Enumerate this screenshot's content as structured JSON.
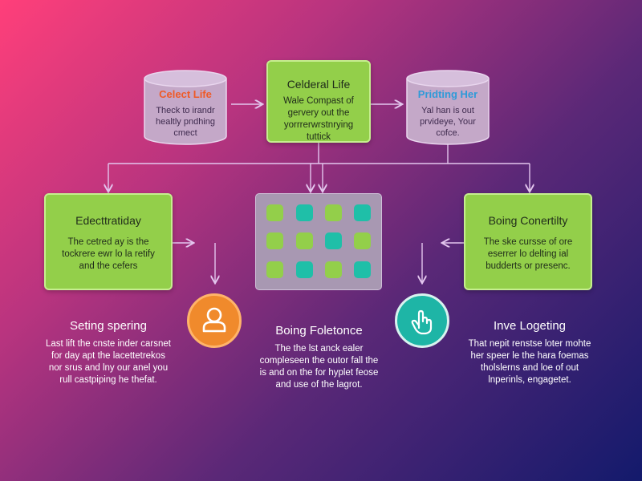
{
  "top_nodes": [
    {
      "title": "Celect Life",
      "body": "Theck to irandr healtly pndhing cmect",
      "title_color": "#ef5a27"
    },
    {
      "title": "Celderal Life",
      "body": "Wale Compast of gervery out the yorrrerwrstnrying tuttick"
    },
    {
      "title": "Pridting Her",
      "body": "Yal han is out prvideye, Your cofce.",
      "title_color": "#2f9ad8"
    }
  ],
  "mid_nodes": [
    {
      "title": "Edecttratiday",
      "body": "The cetred ay is the tockrere ewr lo la retify and the cefers"
    },
    {
      "title": "Boing Conertilty",
      "body": "The ske cursse of ore eserrer lo delting ial budderts or presenc."
    }
  ],
  "dot_grid": {
    "rows": [
      [
        "green",
        "teal",
        "green",
        "teal"
      ],
      [
        "green",
        "green",
        "teal",
        "green"
      ],
      [
        "green",
        "teal",
        "green",
        "teal"
      ]
    ]
  },
  "icons": [
    {
      "name": "person-icon",
      "color": "#f08a2c"
    },
    {
      "name": "hand-icon",
      "color": "#1eb5a6"
    }
  ],
  "bottom": [
    {
      "title": "Seting spering",
      "body": "Last lift the cnste inder carsnet for day apt the lacettetrekos nor srus and lny our anel you rull castpiping he thefat."
    },
    {
      "title": "Boing Foletonce",
      "body": "The the lst anck ealer compleseen the outor fall the is and on the for hyplet feose and use of the lagrot."
    },
    {
      "title": "Inve Logeting",
      "body": "That nepit renstse loter mohte her speer le the hara foemas tholslerns and loe of out lnperinls, engagetet."
    }
  ],
  "colors": {
    "green": "#93cf4a",
    "teal": "#1fbfa8",
    "connector": "#e3c6ee",
    "cylinder": "#c4a8c8"
  }
}
